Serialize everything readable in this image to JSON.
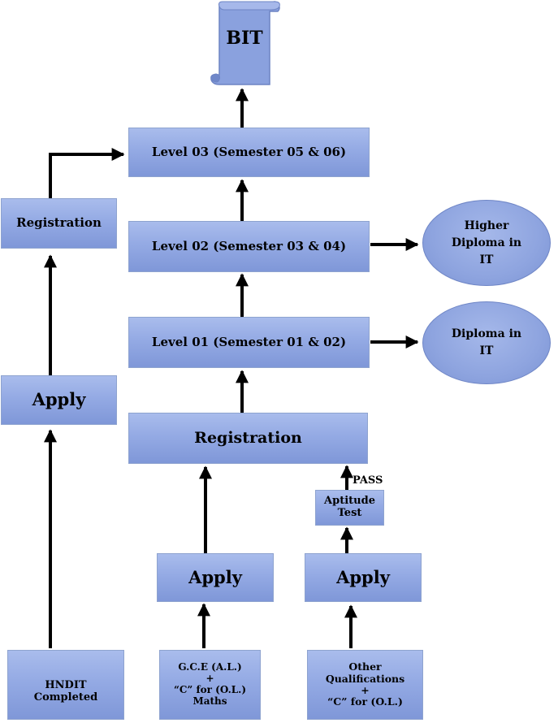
{
  "scroll": {
    "title": "BIT"
  },
  "levels": {
    "level3": "Level 03 (Semester 05 & 06)",
    "level2": "Level 02 (Semester 03 & 04)",
    "level1": "Level 01 (Semester 01 & 02)"
  },
  "outcomes": {
    "higher_diploma": "Higher\nDiploma in\nIT",
    "diploma": "Diploma in\nIT"
  },
  "main_registration": "Registration",
  "left_registration": "Registration",
  "left_apply": "Apply",
  "mid_apply": "Apply",
  "right_apply": "Apply",
  "aptitude_test": "Aptitude\nTest",
  "pass_label": "PASS",
  "entries": {
    "hndit": "HNDIT\nCompleted",
    "gce": "G.C.E (A.L.)\n+\n“C” for (O.L.)\nMaths",
    "other": "Other\nQualifications\n+\n“C” for (O.L.)"
  },
  "colors": {
    "box_fill": "#94aae4",
    "box_border": "#8ea3cf",
    "arrow": "#000000"
  }
}
